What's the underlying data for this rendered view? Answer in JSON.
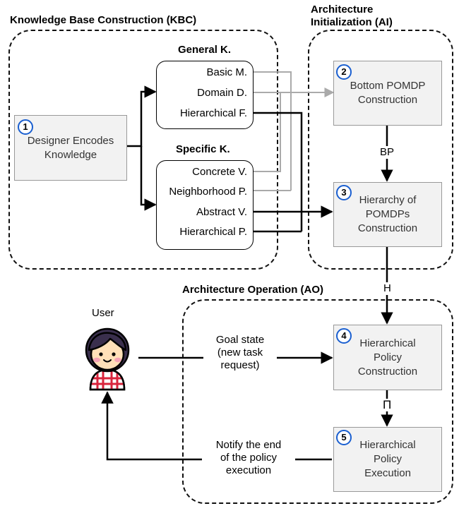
{
  "groups": {
    "kbc": "Knowledge Base Construction (KBC)",
    "ai_line1": "Architecture",
    "ai_line2": "Initialization (AI)",
    "ao": "Architecture Operation (AO)"
  },
  "designer": {
    "number": "1",
    "line1": "Designer Encodes",
    "line2": "Knowledge"
  },
  "general": {
    "title": "General K.",
    "items": [
      "Basic M.",
      "Domain D.",
      "Hierarchical F."
    ]
  },
  "specific": {
    "title": "Specific K.",
    "items": [
      "Concrete V.",
      "Neighborhood P.",
      "Abstract V.",
      "Hierarchical P."
    ]
  },
  "steps": [
    {
      "number": "2",
      "line1": "Bottom POMDP",
      "line2": "Construction",
      "line3": ""
    },
    {
      "number": "3",
      "line1": "Hierarchy of",
      "line2": "POMDPs",
      "line3": "Construction"
    },
    {
      "number": "4",
      "line1": "Hierarchical",
      "line2": "Policy",
      "line3": "Construction"
    },
    {
      "number": "5",
      "line1": "Hierarchical",
      "line2": "Policy",
      "line3": "Execution"
    }
  ],
  "edge_labels": {
    "bp": "BP",
    "h": "H",
    "pi": "Π",
    "goal_line1": "Goal state",
    "goal_line2": "(new task",
    "goal_line3": "request)",
    "notify_line1": "Notify the end",
    "notify_line2": "of the policy",
    "notify_line3": "execution"
  },
  "user": {
    "label": "User"
  },
  "colors": {
    "accent": "#1a5fd0",
    "gray_arrow": "#aaaaaa",
    "box_fill": "#f2f2f2",
    "skin": "#ffe0b8",
    "shirt": "#d8243c"
  }
}
